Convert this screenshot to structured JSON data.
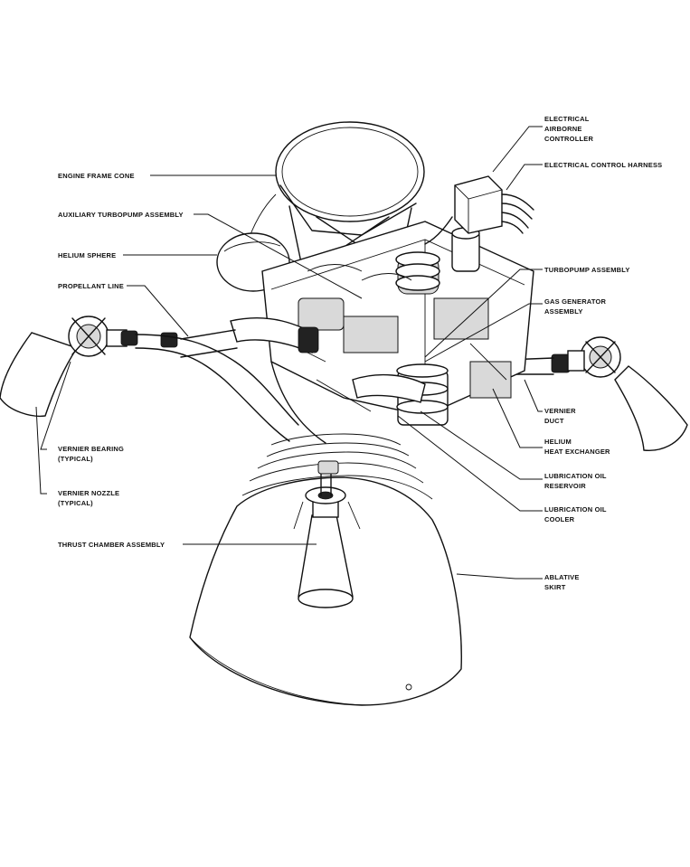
{
  "labels": {
    "electrical_airborne_controller": [
      "ELECTRICAL",
      "AIRBORNE",
      "CONTROLLER"
    ],
    "electrical_control_harness": "ELECTRICAL CONTROL HARNESS",
    "engine_frame_cone": "ENGINE FRAME CONE",
    "auxiliary_turbopump_assembly": "AUXILIARY TURBOPUMP ASSEMBLY",
    "helium_sphere": "HELIUM SPHERE",
    "propellant_line": "PROPELLANT LINE",
    "turbopump_assembly": "TURBOPUMP ASSEMBLY",
    "gas_generator_assembly": [
      "GAS GENERATOR",
      "ASSEMBLY"
    ],
    "vernier_duct": [
      "VERNIER",
      "DUCT"
    ],
    "helium_heat_exchanger": [
      "HELIUM",
      "HEAT EXCHANGER"
    ],
    "lubrication_oil_reservoir": [
      "LUBRICATION OIL",
      "RESERVOIR"
    ],
    "lubrication_oil_cooler": [
      "LUBRICATION OIL",
      "COOLER"
    ],
    "vernier_bearing": [
      "VERNIER BEARING",
      "(TYPICAL)"
    ],
    "vernier_nozzle": [
      "VERNIER NOZZLE",
      "(TYPICAL)"
    ],
    "thrust_chamber_assembly": "THRUST CHAMBER ASSEMBLY",
    "ablative_skirt": [
      "ABLATIVE",
      "SKIRT"
    ]
  }
}
